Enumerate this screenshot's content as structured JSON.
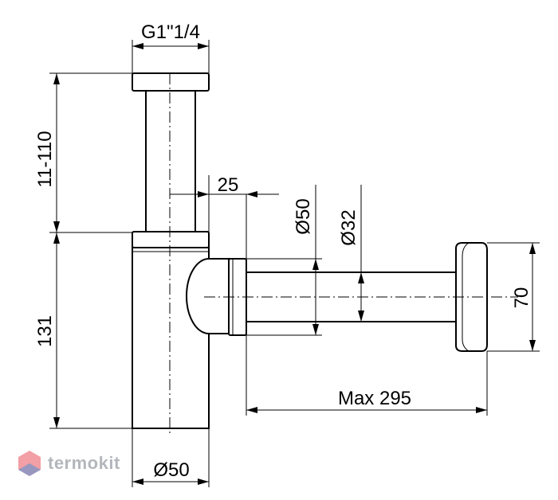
{
  "dimensions": {
    "thread": "G1\"1/4",
    "pipe_height_range": "11-110",
    "offset": "25",
    "outlet_outer_diameter": "Ø50",
    "pipe_diameter": "Ø32",
    "wall_flange_height": "70",
    "body_height": "131",
    "max_length": "Max 295",
    "body_diameter": "Ø50"
  },
  "watermark": {
    "text": "termokit"
  },
  "colors": {
    "line": "#000000",
    "background": "#ffffff",
    "watermark_red": "#e8505b",
    "watermark_blue": "#4f8fd6",
    "watermark_text": "#9aa0a6"
  },
  "icons": [
    "termokit-logo-icon"
  ]
}
